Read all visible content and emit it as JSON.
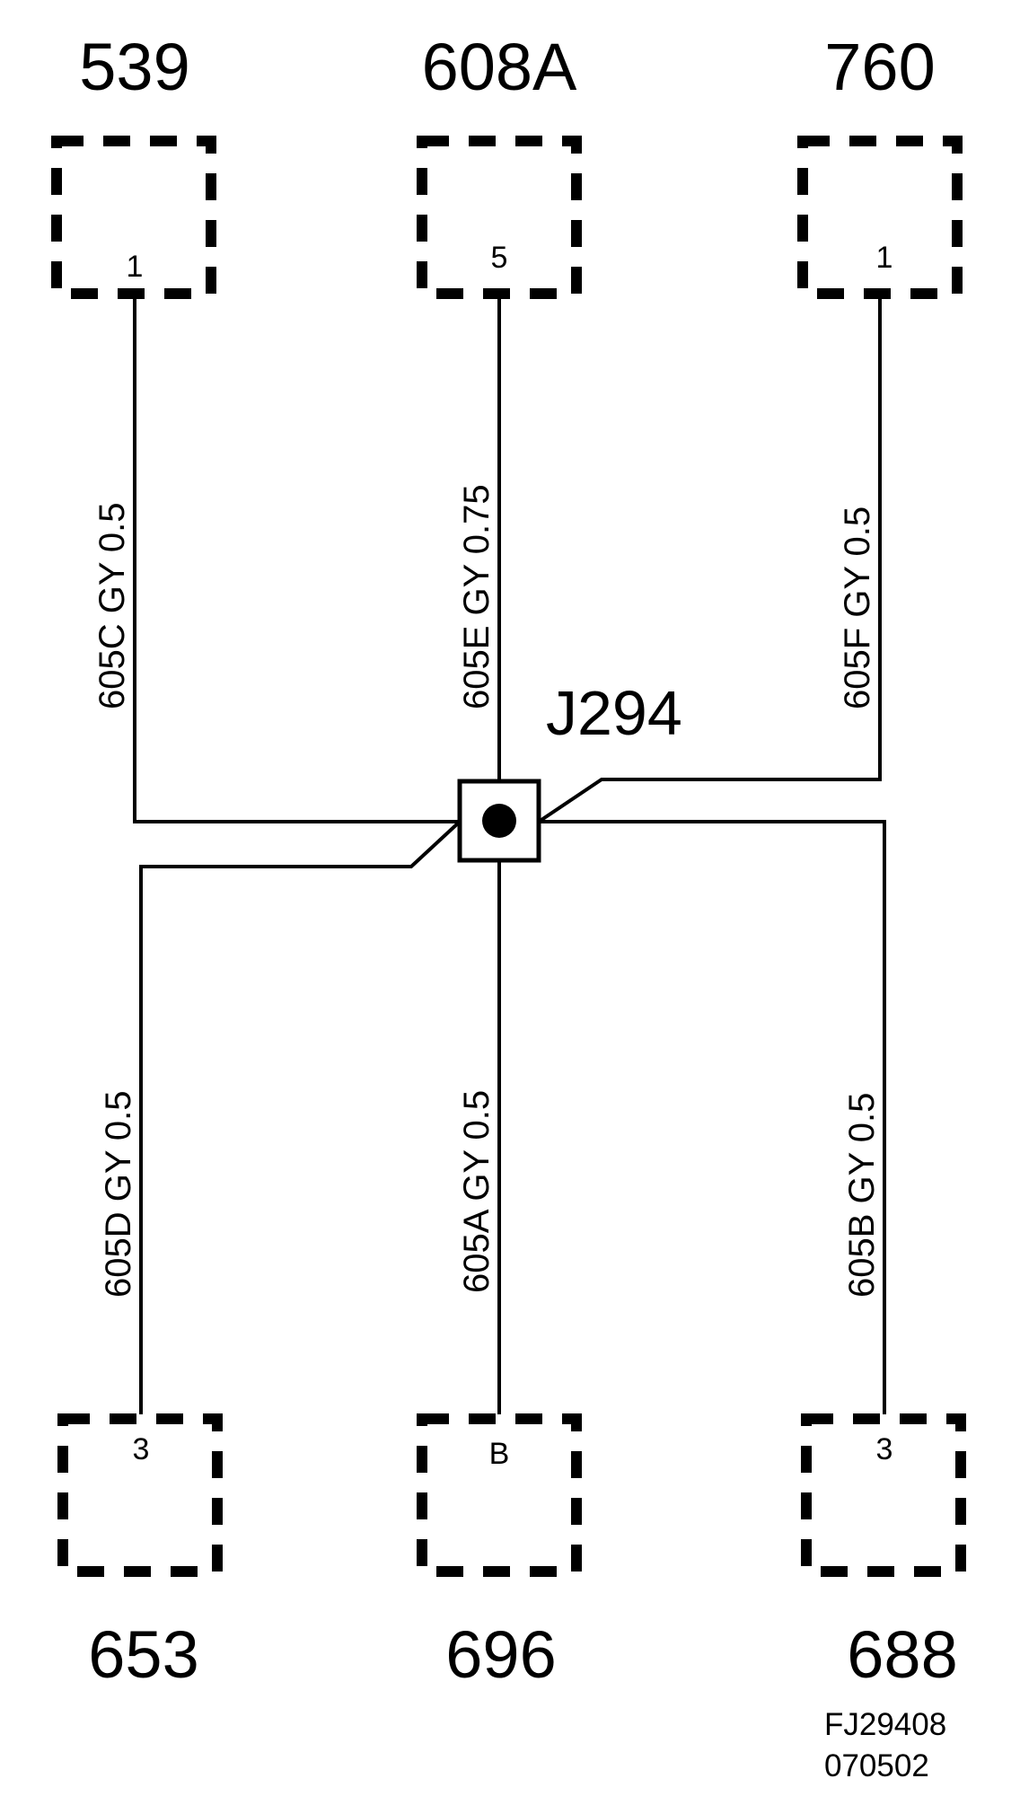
{
  "components": [
    {
      "id": "539",
      "pin": "1"
    },
    {
      "id": "608A",
      "pin": "5"
    },
    {
      "id": "760",
      "pin": "1"
    },
    {
      "id": "653",
      "pin": "3"
    },
    {
      "id": "696",
      "pin": "B"
    },
    {
      "id": "688",
      "pin": "3"
    }
  ],
  "wires": [
    {
      "label": "605C  GY  0.5"
    },
    {
      "label": "605E  GY  0.75"
    },
    {
      "label": "605F  GY  0.5"
    },
    {
      "label": "605D  GY  0.5"
    },
    {
      "label": "605A  GY  0.5"
    },
    {
      "label": "605B  GY  0.5"
    }
  ],
  "splice": {
    "id": "J294"
  },
  "figure": {
    "code": "FJ29408",
    "date": "070502"
  },
  "colors": {
    "line": "#000000",
    "background": "#ffffff"
  }
}
